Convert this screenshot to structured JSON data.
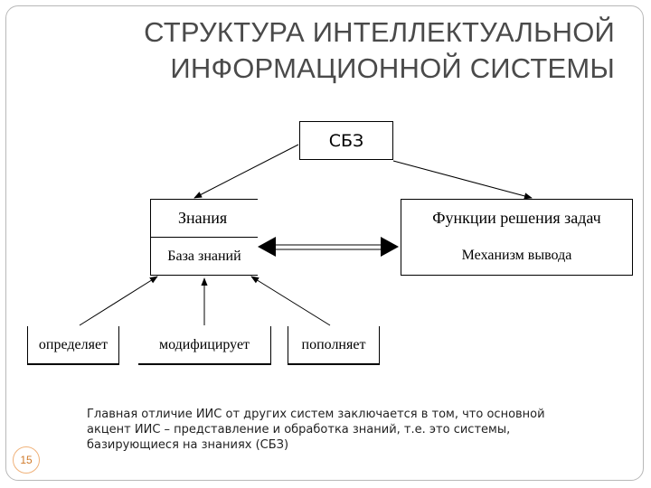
{
  "slide": {
    "title_line1": "СТРУКТУРА ИНТЕЛЛЕКТУАЛЬНОЙ",
    "title_line2": "ИНФОРМАЦИОННОЙ СИСТЕМЫ",
    "page_number": "15",
    "caption_line1": "Главная отличие ИИС от других систем заключается в том, что основной",
    "caption_line2": "акцент ИИС – представление и обработка знаний, т.е. это системы,",
    "caption_line3": "базирующиеся на знаниях (СБЗ)"
  },
  "diagram": {
    "top_node": "СБЗ",
    "knowledge_header": "Знания",
    "knowledge_body": "База знаний",
    "functions_header": "Функции решения задач",
    "functions_body": "Механизм вывода",
    "action_defines": "определяет",
    "action_modifies": "модифицирует",
    "action_completes": "пополняет"
  },
  "colors": {
    "line": "#000000",
    "title": "#4a4a4a",
    "page_number": "#d07a2a"
  }
}
